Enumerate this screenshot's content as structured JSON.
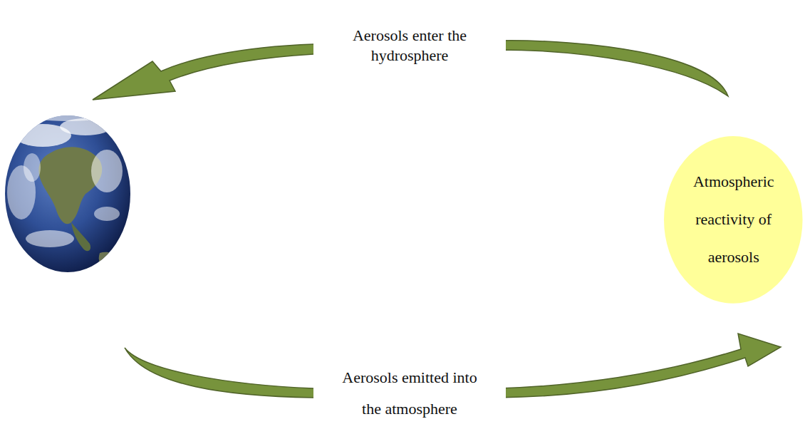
{
  "diagram": {
    "nodes": [
      {
        "text": [
          "Atmospheric reactivity of aerosols"
        ]
      }
    ],
    "edges": [],
    "labels": [
      "Aerosols enter the hydrosphere",
      "Aerosols emitted into the atmosphere"
    ]
  }
}
